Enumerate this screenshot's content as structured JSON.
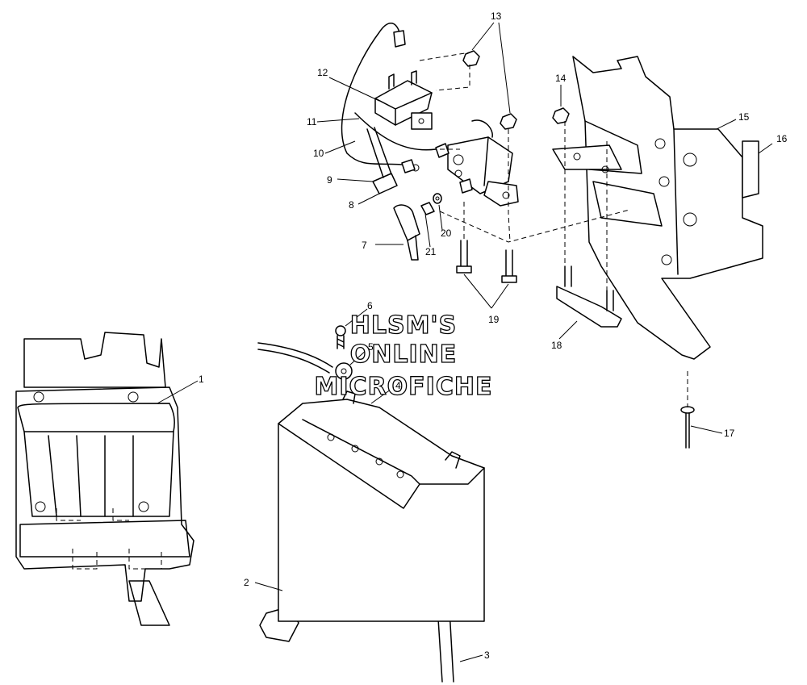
{
  "callouts": {
    "c1": "1",
    "c2": "2",
    "c3": "3",
    "c4": "4",
    "c5": "5",
    "c6": "6",
    "c7": "7",
    "c8": "8",
    "c9": "9",
    "c10": "10",
    "c11": "11",
    "c12": "12",
    "c13": "13",
    "c14": "14",
    "c15": "15",
    "c16": "16",
    "c17": "17",
    "c18": "18",
    "c19": "19",
    "c20": "20",
    "c21": "21"
  },
  "watermark": {
    "line1": "HLSM'S",
    "line2": "ONLINE",
    "line3": "MICROFICHE"
  },
  "colors": {
    "ink": "#000000",
    "paper": "#ffffff"
  }
}
